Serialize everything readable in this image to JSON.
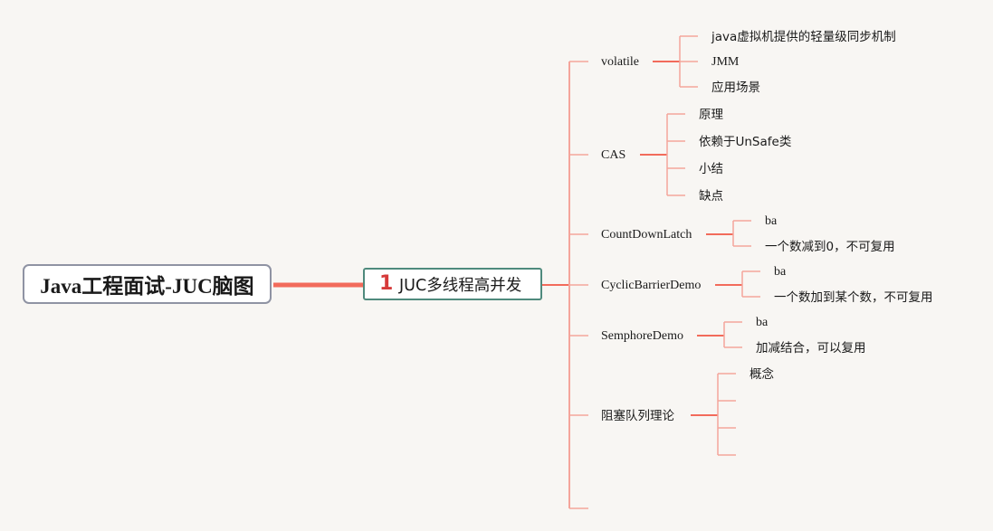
{
  "root": {
    "label": "Java工程面试-JUC脑图"
  },
  "main_topic": {
    "label": "JUC多线程高并发",
    "marker": "1"
  },
  "branches": [
    {
      "id": "volatile",
      "label": "volatile",
      "children": [
        "java虚拟机提供的轻量级同步机制",
        "JMM",
        "应用场景"
      ]
    },
    {
      "id": "cas",
      "label": "CAS",
      "children": [
        "原理",
        "依赖于UnSafe类",
        "小结",
        "缺点"
      ]
    },
    {
      "id": "countdownlatch",
      "label": "CountDownLatch",
      "children": [
        "ba",
        "一个数减到0，不可复用"
      ]
    },
    {
      "id": "cyclicbarrier",
      "label": "CyclicBarrierDemo",
      "children": [
        "ba",
        "一个数加到某个数，不可复用"
      ]
    },
    {
      "id": "semphore",
      "label": "SemphoreDemo",
      "children": [
        "ba",
        "加减结合，可以复用"
      ]
    },
    {
      "id": "blockingqueue",
      "label": "阻塞队列理论",
      "children": [
        "概念",
        "",
        "",
        ""
      ]
    },
    {
      "id": "empty",
      "label": "",
      "children": []
    }
  ],
  "colors": {
    "edge_main": "#f26b5b",
    "edge_light": "#f4a59b",
    "root_border": "#8f93a3",
    "main_border": "#4f8a7d",
    "marker": "#d63a3a"
  }
}
